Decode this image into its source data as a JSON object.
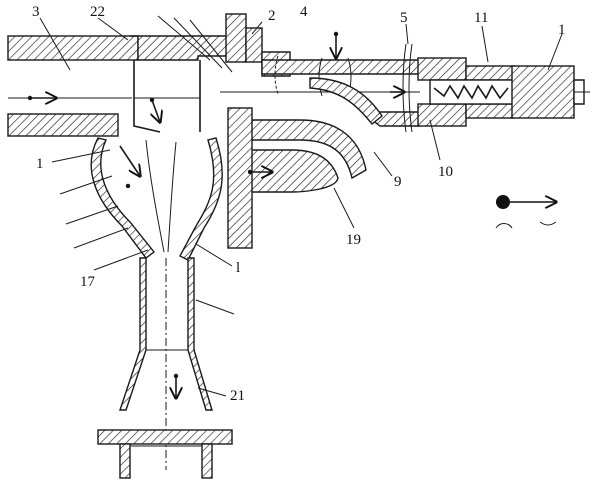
{
  "labels": {
    "l3": "3",
    "l22": "22",
    "l2": "2",
    "l4": "4",
    "l5": "5",
    "l11": "11",
    "l1_top": "1",
    "l1_left": "1",
    "l9": "9",
    "l10": "10",
    "l19": "19",
    "l17": "17",
    "l21": "21",
    "l_low": "l"
  },
  "flow_symbol": "arrow-right"
}
